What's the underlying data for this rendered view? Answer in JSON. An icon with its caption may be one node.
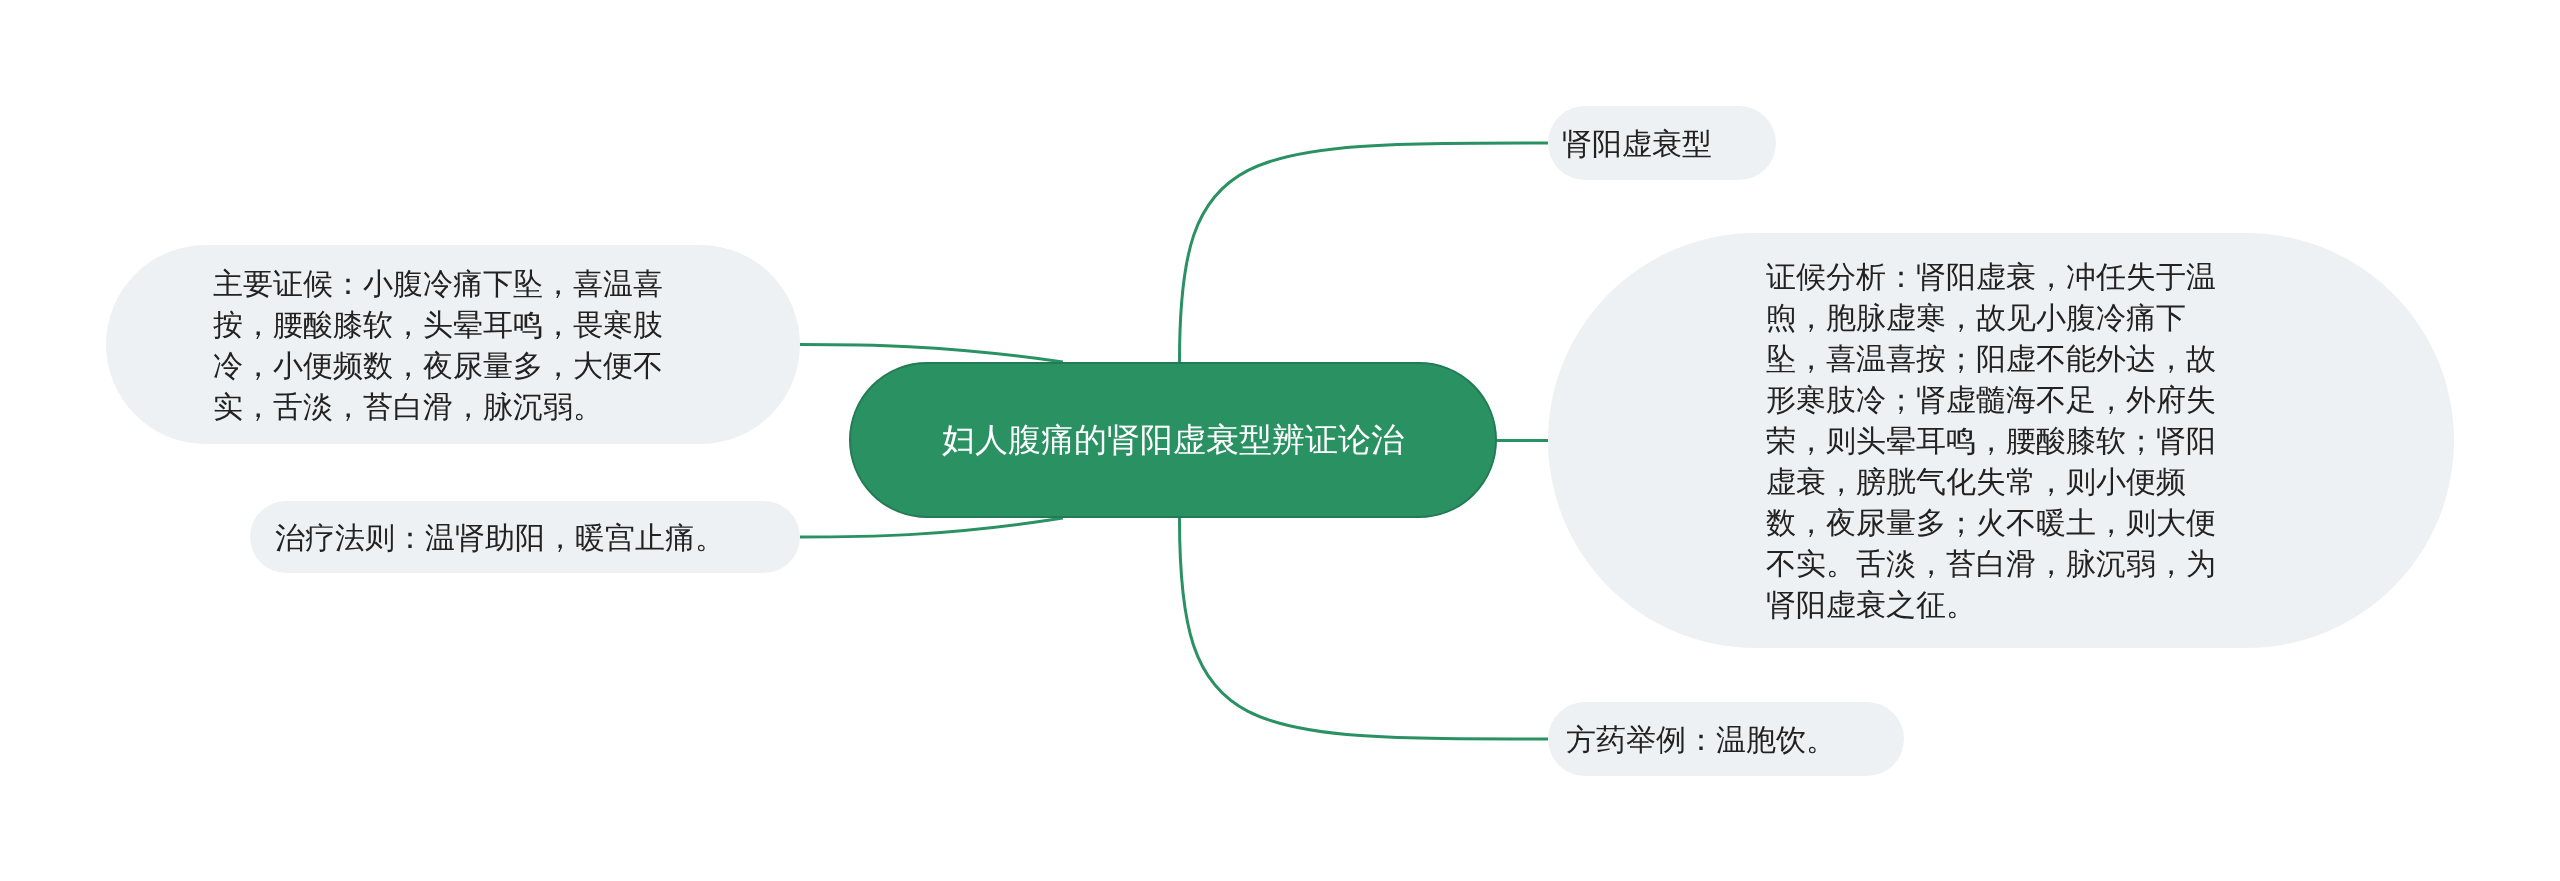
{
  "diagram": {
    "nodes": [
      {
        "text": [
          "妇人腹痛的肾阳虚衰型辨证论治"
        ]
      },
      {
        "text": [
          "肾阳虚衰型"
        ]
      },
      {
        "text": [
          "证候分析：肾阳虚衰，冲任失于温煦，胞脉虚寒，故见小腹冷痛下坠，喜温喜按；阳虚不能外达，故形寒肢冷；肾虚髓海不足，外府失荣，则头晕耳鸣，腰酸膝软；肾阳虚衰，膀胱气化失常，则小便频数，夜尿量多；火不暖土，则大便不实。舌淡，苔白滑，脉沉弱，为肾阳虚衰之征。"
        ]
      },
      {
        "text": [
          "方药举例：温胞饮。"
        ]
      },
      {
        "text": [
          "主要证候：小腹冷痛下坠，喜温喜按，腰酸膝软，头晕耳鸣，畏寒肢冷，小便频数，夜尿量多，大便不实，舌淡，苔白滑，脉沉弱。"
        ]
      },
      {
        "text": [
          "治疗法则：温肾助阳，暖宫止痛。"
        ]
      }
    ],
    "edges": [
      {
        "from": 0,
        "to": 1,
        "arrow": "none"
      },
      {
        "from": 0,
        "to": 2,
        "arrow": "none"
      },
      {
        "from": 0,
        "to": 3,
        "arrow": "none"
      },
      {
        "from": 0,
        "to": 4,
        "arrow": "none"
      },
      {
        "from": 0,
        "to": 5,
        "arrow": "none"
      }
    ]
  }
}
